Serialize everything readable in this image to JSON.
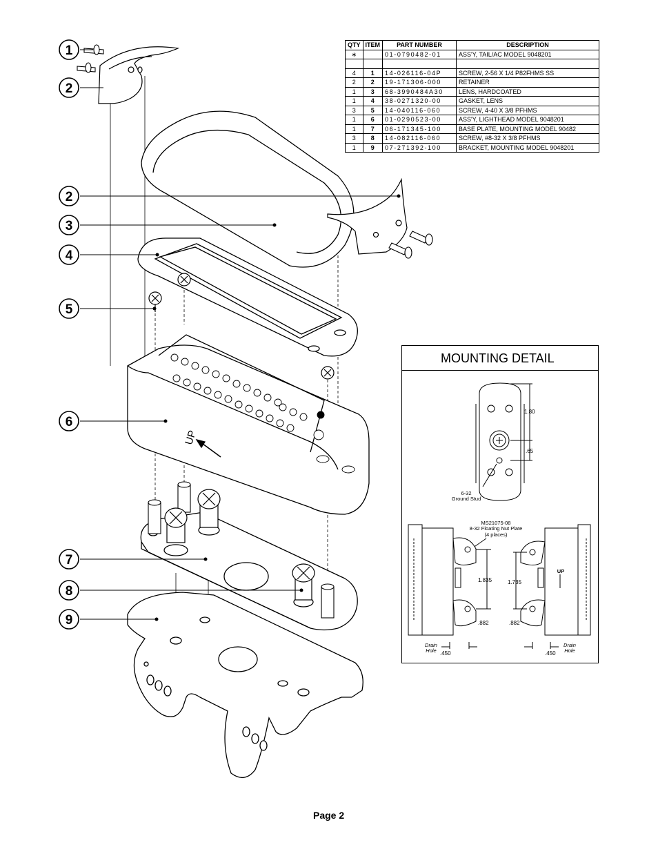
{
  "parts_table": {
    "headers": {
      "qty": "QTY",
      "item": "ITEM",
      "part": "PART NUMBER",
      "desc": "DESCRIPTION"
    },
    "rows": [
      {
        "qty": "∗",
        "item": "",
        "part": "01-0790482-01",
        "desc": "ASS'Y, TAIL/AC MODEL 9048201"
      },
      {
        "qty": "",
        "item": "",
        "part": "",
        "desc": ""
      },
      {
        "qty": "4",
        "item": "1",
        "part": "14-026116-04P",
        "desc": "SCREW, 2-56 X 1/4 P82FHMS SS"
      },
      {
        "qty": "2",
        "item": "2",
        "part": "19-171306-000",
        "desc": "RETAINER"
      },
      {
        "qty": "1",
        "item": "3",
        "part": "68-3990484A30",
        "desc": "LENS, HARDCOATED"
      },
      {
        "qty": "1",
        "item": "4",
        "part": "38-0271320-00",
        "desc": "GASKET, LENS"
      },
      {
        "qty": "3",
        "item": "5",
        "part": "14-040116-060",
        "desc": "SCREW, 4-40 X 3/8 PFHMS"
      },
      {
        "qty": "1",
        "item": "6",
        "part": "01-0290523-00",
        "desc": "ASS'Y, LIGHTHEAD MODEL 9048201"
      },
      {
        "qty": "1",
        "item": "7",
        "part": "06-171345-100",
        "desc": "BASE PLATE, MOUNTING MODEL 90482"
      },
      {
        "qty": "3",
        "item": "8",
        "part": "14-082116-060",
        "desc": "SCREW, #8-32 X 3/8 PFHMS"
      },
      {
        "qty": "1",
        "item": "9",
        "part": "07-271392-100",
        "desc": "BRACKET, MOUNTING MODEL 9048201"
      }
    ]
  },
  "callouts": [
    "1",
    "2",
    "2",
    "3",
    "4",
    "5",
    "6",
    "7",
    "8",
    "9"
  ],
  "housing_label": "UP",
  "mounting_detail": {
    "title": "MOUNTING DETAIL",
    "dim_top": "1.80",
    "dim_mid": ".65",
    "ground_stud_line1": "6-32",
    "ground_stud_line2": "Ground Stud",
    "nut_plate_line1": "MS21075-08",
    "nut_plate_line2": "8-32 Floating Nut Plate",
    "nut_plate_line3": "(4 places)",
    "dim_left_span": "1.835",
    "dim_right_span": "1.735",
    "dim_left_882": ".882",
    "dim_right_882": ".882",
    "dim_left_450": ".450",
    "dim_right_450": ".450",
    "drain_line1": "Drain",
    "drain_line2": "Hole",
    "up_label": "UP"
  },
  "footer": {
    "page": "Page 2"
  }
}
